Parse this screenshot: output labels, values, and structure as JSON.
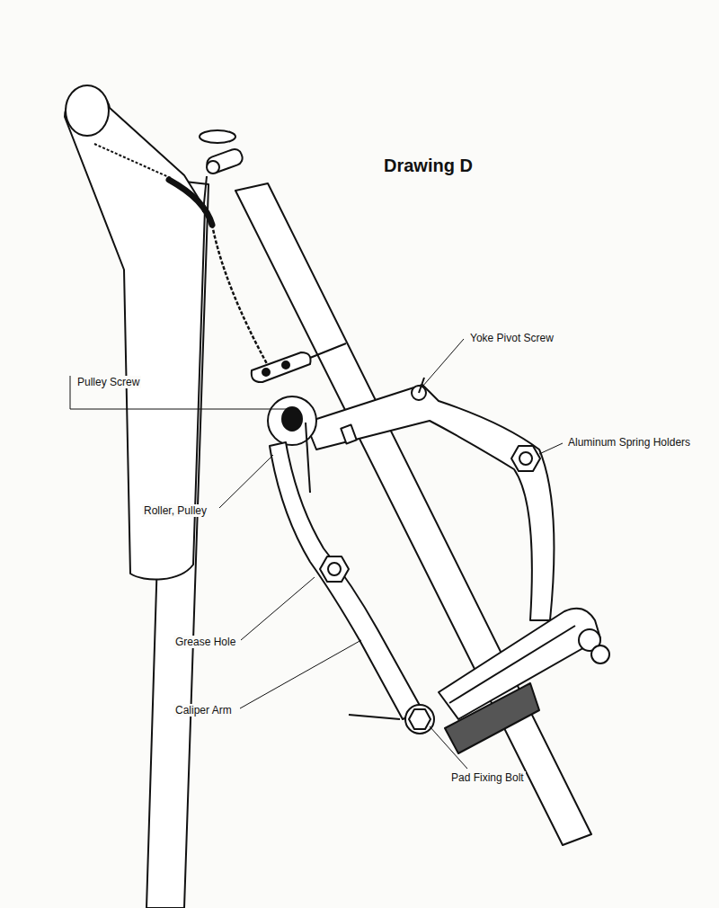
{
  "diagram": {
    "title": "Drawing D",
    "labels": [
      "Pulley Screw",
      "Yoke Pivot Screw",
      "Aluminum Spring Holders",
      "Roller, Pulley",
      "Grease Hole",
      "Caliper Arm",
      "Pad Fixing Bolt"
    ]
  }
}
